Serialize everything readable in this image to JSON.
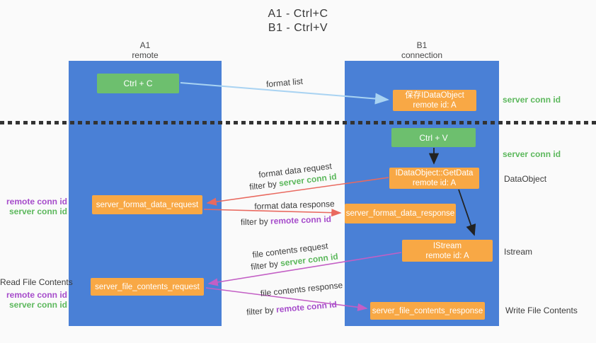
{
  "title": {
    "line1": "A1 - Ctrl+C",
    "line2": "B1 - Ctrl+V"
  },
  "lanes": {
    "a1": {
      "name": "A1",
      "subtitle": "remote"
    },
    "b1": {
      "name": "B1",
      "subtitle": "connection"
    }
  },
  "nodes": {
    "ctrl_c": {
      "label": "Ctrl + C"
    },
    "ctrl_v": {
      "label": "Ctrl + V"
    },
    "save_idataobject": {
      "line1": "保存IDataObject",
      "line2": "remote id: A"
    },
    "idataobject_getdata": {
      "line1": "IDataObject::GetData",
      "line2": "remote id: A"
    },
    "istream": {
      "line1": "IStream",
      "line2": "remote id: A"
    },
    "server_format_data_request": {
      "label": "server_format_data_request"
    },
    "server_format_data_response": {
      "label": "server_format_data_response"
    },
    "server_file_contents_request": {
      "label": "server_file_contents_request"
    },
    "server_file_contents_response": {
      "label": "server_file_contents_response"
    }
  },
  "edge_labels": {
    "format_list": "format list",
    "format_data_request": "format data request",
    "format_data_response": "format data response",
    "file_contents_request": "file contents request",
    "file_contents_response": "file contents response",
    "filter_by": "filter by",
    "server_conn_id": "server conn id",
    "remote_conn_id": "remote conn id"
  },
  "side_labels": {
    "right_server_conn_id_top": "server conn id",
    "right_server_conn_id_mid": "server conn id",
    "dataobject": "DataObject",
    "istream": "Istream",
    "write_file_contents": "Write File Contents",
    "left_remote_conn_id_top": "remote conn id",
    "left_server_conn_id_top": "server conn id",
    "read_file_contents": "Read File Contents",
    "left_remote_conn_id_bottom": "remote conn id",
    "left_server_conn_id_bottom": "server conn id"
  },
  "colors": {
    "lane_blue": "#4a80d6",
    "box_green": "#6dbf6e",
    "box_orange": "#f8a845",
    "arrow_blue": "#a9d3f2",
    "arrow_red": "#e9695f",
    "arrow_magenta": "#c35fc5",
    "arrow_black": "#222222",
    "text_green": "#5cb85c",
    "text_purple": "#a64ccb",
    "background": "#fafafa"
  }
}
